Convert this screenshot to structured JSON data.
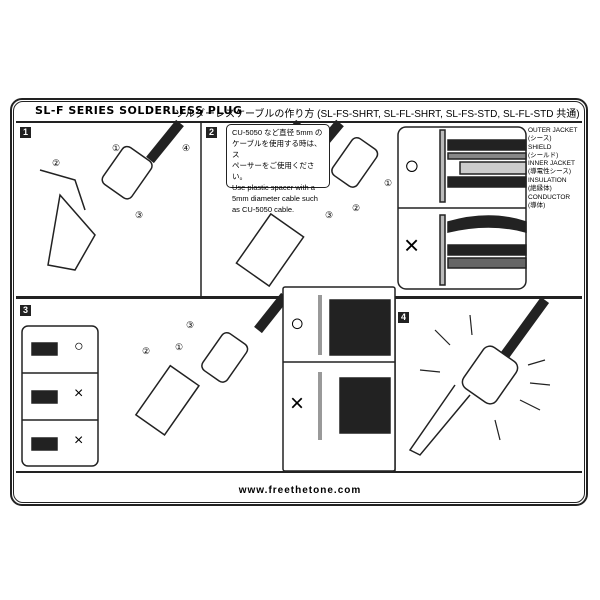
{
  "header": {
    "title": "SL-F SERIES SOLDERLESS PLUG",
    "subtitle": "ソルダーレスケーブルの作り方 (SL-FS-SHRT, SL-FL-SHRT, SL-FS-STD, SL-FL-STD 共通)"
  },
  "steps": [
    "1",
    "2",
    "3",
    "4"
  ],
  "step1": {
    "markers": [
      "①",
      "②",
      "③",
      "④"
    ]
  },
  "step2": {
    "note_jp": [
      "CU-5050 など直径 5mm の",
      "ケーブルを使用する時は、ス",
      "ペーサーをご使用ください。"
    ],
    "note_en": [
      "Use plastic spacer with a",
      "5mm diameter cable such",
      "as CU-5050 cable."
    ],
    "markers": [
      "①",
      "②",
      "③"
    ],
    "ok": "○",
    "ng": "×"
  },
  "cable_layers": [
    {
      "en": "OUTER JACKET",
      "jp": "(シース)"
    },
    {
      "en": "SHIELD",
      "jp": "(シールド)"
    },
    {
      "en": "INNER JACKET",
      "jp": "(導電性シース)"
    },
    {
      "en": "INSULATION",
      "jp": "(絶縁体)"
    },
    {
      "en": "CONDUCTOR",
      "jp": "(導体)"
    }
  ],
  "step3": {
    "markers": [
      "①",
      "②",
      "③"
    ],
    "ok": "○",
    "ng": "×"
  },
  "footer": {
    "url": "www.freethetone.com"
  }
}
